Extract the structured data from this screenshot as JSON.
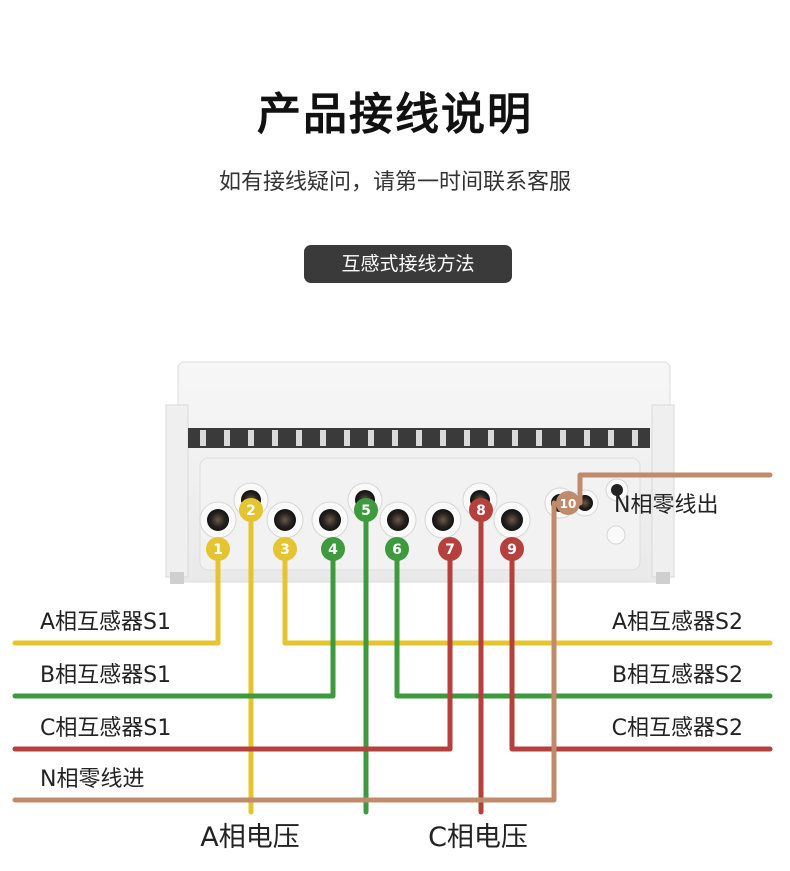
{
  "header": {
    "title": "产品接线说明",
    "subtitle": "如有接线疑问，请第一时间联系客服",
    "section_pill": "互感式接线方法"
  },
  "colors": {
    "yellow": "#e5c431",
    "green": "#3d9a3d",
    "red": "#b5403c",
    "copper": "#c08a6c",
    "pill_bg": "#3a3a3a"
  },
  "terminals": [
    {
      "num": "1",
      "color": "yellow"
    },
    {
      "num": "2",
      "color": "yellow"
    },
    {
      "num": "3",
      "color": "yellow"
    },
    {
      "num": "4",
      "color": "green"
    },
    {
      "num": "5",
      "color": "green"
    },
    {
      "num": "6",
      "color": "green"
    },
    {
      "num": "7",
      "color": "red"
    },
    {
      "num": "8",
      "color": "red"
    },
    {
      "num": "9",
      "color": "red"
    },
    {
      "num": "10",
      "color": "copper"
    }
  ],
  "wire_labels": {
    "a_s1": "A相互感器S1",
    "b_s1": "B相互感器S1",
    "c_s1": "C相互感器S1",
    "n_in": "N相零线进",
    "a_s2": "A相互感器S2",
    "b_s2": "B相互感器S2",
    "c_s2": "C相互感器S2",
    "n_out": "N相零线出"
  },
  "bottom_labels": {
    "a_voltage": "A相电压",
    "c_voltage": "C相电压"
  }
}
